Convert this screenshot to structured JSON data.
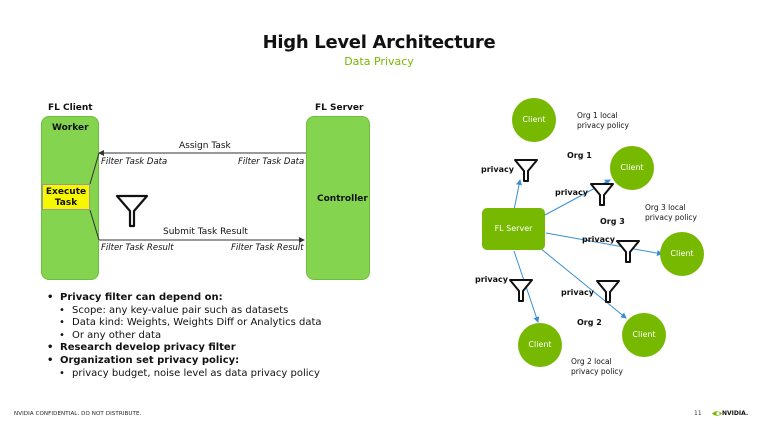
{
  "header": {
    "title": "High Level Architecture",
    "subtitle": "Data Privacy"
  },
  "left_diagram": {
    "client_label": "FL Client",
    "server_label": "FL Server",
    "worker": "Worker",
    "execute_task": "Execute Task",
    "controller": "Controller",
    "assign_task": "Assign Task",
    "filter_task_data_left": "Filter Task Data",
    "filter_task_data_right": "Filter Task Data",
    "submit_task_result": "Submit Task Result",
    "filter_task_result_left": "Filter Task Result",
    "filter_task_result_right": "Filter Task Result"
  },
  "bullets": {
    "b1": "Privacy filter can depend on:",
    "b1_1": "Scope: any key-value pair such as datasets",
    "b1_2": "Data kind: Weights, Weights Diff or Analytics data",
    "b1_3": "Or any other data",
    "b2": "Research develop privacy filter",
    "b3": "Organization set privacy policy:",
    "b3_1": "privacy budget, noise level as data privacy policy"
  },
  "right_diagram": {
    "fl_server": "FL Server",
    "client": "Client",
    "privacy": "privacy",
    "org1": "Org 1",
    "org2": "Org 2",
    "org3": "Org 3",
    "org1_policy_1": "Org 1 local",
    "org1_policy_2": "privacy policy",
    "org3_policy_1": "Org 3 local",
    "org3_policy_2": "privacy policy",
    "org2_policy_1": "Org 2 local",
    "org2_policy_2": "privacy policy",
    "line_color": "#3a8fd0",
    "node_color": "#76b900"
  },
  "footer": {
    "confidential": "NVIDIA CONFIDENTIAL. DO NOT DISTRIBUTE.",
    "page_number": "11",
    "logo_text": "NVIDIA."
  }
}
